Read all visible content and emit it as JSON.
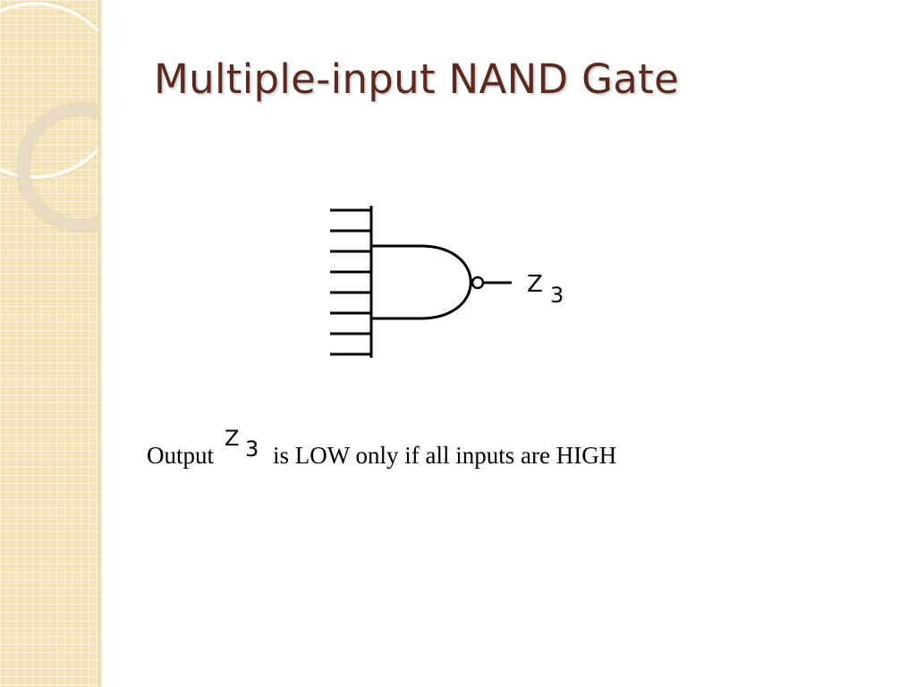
{
  "slide": {
    "title": "Multiple-input NAND Gate",
    "diagram": {
      "output_var": "Z",
      "output_sub": "3",
      "input_count": 8
    },
    "caption": {
      "prefix": "Output",
      "var": "Z",
      "sub": "3",
      "suffix": "is LOW only if all inputs are HIGH"
    }
  }
}
